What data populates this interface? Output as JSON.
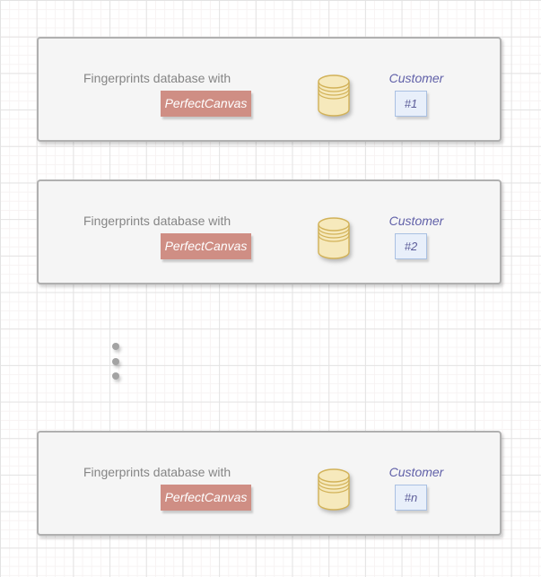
{
  "diagram": {
    "description_colors": {
      "background": "#ffffff",
      "grid_minor": "#f7f3f3",
      "grid_major": "#e3e3e3",
      "row_box_fill": "#f5f5f5",
      "row_box_border": "#b0b0b0",
      "title_text": "#858585",
      "perfectcanvas_bg": "#cf8e84",
      "perfectcanvas_text": "#ffffff",
      "customer_text": "#6060a8",
      "badge_fill": "#e8effa",
      "badge_border": "#a9c0e2",
      "badge_text": "#5c5c99",
      "database_fill": "#f6e9bc",
      "database_stroke": "#d2b258",
      "ellipsis_dot": "#a3a3a3"
    },
    "rows": [
      {
        "title": "Fingerprints database with",
        "label": "PerfectCanvas",
        "icon": "database-icon",
        "customer": "Customer",
        "badge": "#1"
      },
      {
        "title": "Fingerprints database with",
        "label": "PerfectCanvas",
        "icon": "database-icon",
        "customer": "Customer",
        "badge": "#2"
      },
      {
        "title": "Fingerprints database with",
        "label": "PerfectCanvas",
        "icon": "database-icon",
        "customer": "Customer",
        "badge": "#n"
      }
    ],
    "ellipsis": {
      "dot_count": 3
    }
  }
}
